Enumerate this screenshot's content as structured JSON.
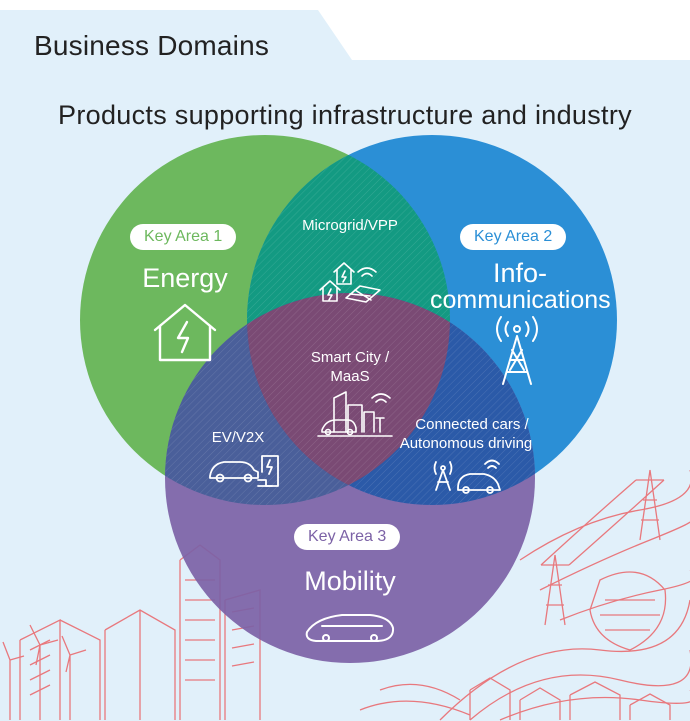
{
  "header": {
    "title": "Business Domains",
    "subtitle": "Products supporting infrastructure and industry"
  },
  "key_areas": [
    {
      "badge": "Key Area 1",
      "name": "Energy",
      "color": "#6db85e",
      "icon": "house-energy-icon"
    },
    {
      "badge": "Key Area 2",
      "name_line1": "Info-",
      "name_line2": "communications",
      "color": "#2b8fd6",
      "icon": "radio-tower-icon"
    },
    {
      "badge": "Key Area 3",
      "name": "Mobility",
      "color": "#7c62a6",
      "icon": "future-car-icon"
    }
  ],
  "intersections": {
    "energy_info": {
      "label": "Microgrid/VPP",
      "icon": "microgrid-icon"
    },
    "energy_mobility": {
      "label": "EV/V2X",
      "icon": "ev-charging-icon"
    },
    "info_mobility": {
      "line1": "Connected cars /",
      "line2": "Autonomous driving",
      "icon": "connected-car-icon"
    },
    "center": {
      "line1": "Smart City /",
      "line2": "MaaS",
      "icon": "smart-city-icon"
    }
  },
  "colors": {
    "panel_background": "#e1f0fa",
    "illustration_lines": "#e8787d",
    "text_dark": "#222222"
  }
}
